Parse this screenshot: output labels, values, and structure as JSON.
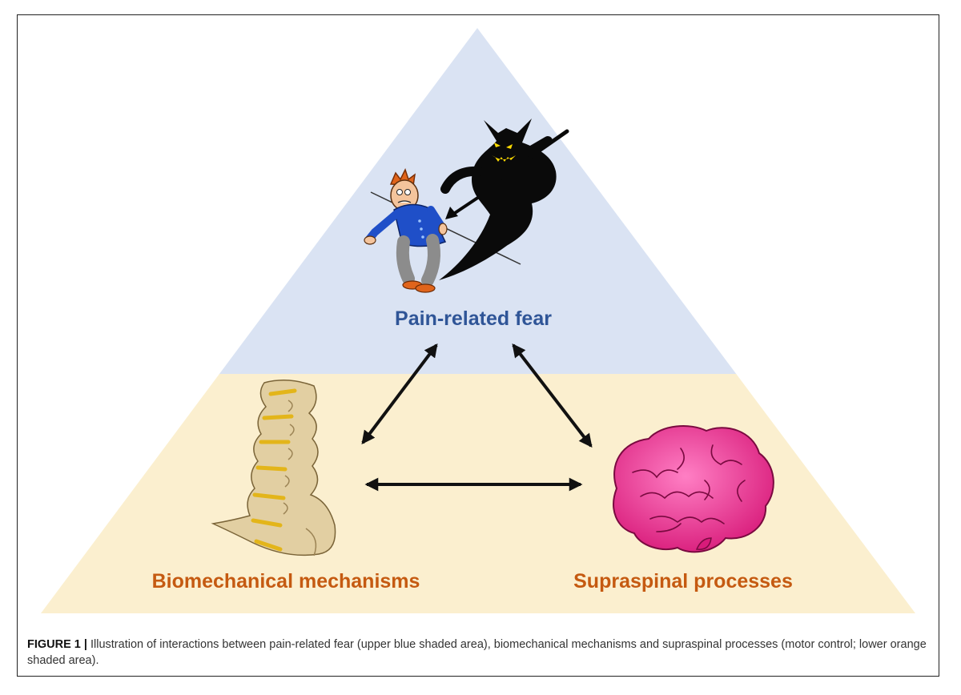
{
  "diagram": {
    "nodes": {
      "fear": {
        "label": "Pain-related fear",
        "color": "#2f5597"
      },
      "biomechanical": {
        "label": "Biomechanical mechanisms",
        "color": "#c55a11"
      },
      "supraspinal": {
        "label": "Supraspinal processes",
        "color": "#c55a11"
      }
    },
    "regions": {
      "upper_color": "#dae3f3",
      "lower_color": "#fbefcf"
    },
    "illustrations": [
      {
        "name": "frightened-man-icon",
        "depicts": "frightened man"
      },
      {
        "name": "shadow-demon-icon",
        "depicts": "shadow demon with spear"
      },
      {
        "name": "spine-icon",
        "depicts": "lumbar spine"
      },
      {
        "name": "brain-icon",
        "depicts": "brain"
      }
    ],
    "arrows": [
      {
        "from": "fear",
        "to": "biomechanical",
        "bidirectional": true
      },
      {
        "from": "fear",
        "to": "supraspinal",
        "bidirectional": true
      },
      {
        "from": "biomechanical",
        "to": "supraspinal",
        "bidirectional": true
      }
    ]
  },
  "caption": {
    "lead": "FIGURE 1 |",
    "text": " Illustration of interactions between pain-related fear (upper blue shaded area), biomechanical mechanisms and supraspinal processes (motor control; lower orange shaded area)."
  }
}
